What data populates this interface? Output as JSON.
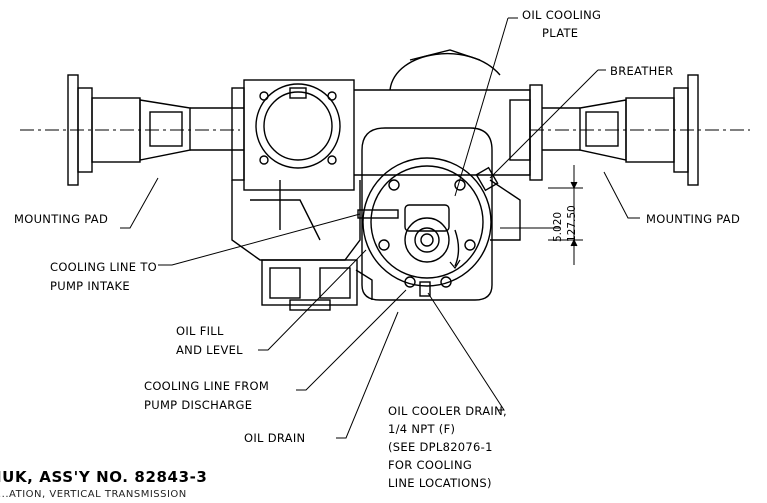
{
  "title": "IUK, ASS'Y NO. 82843-3",
  "subtitle": "...ATION, VERTICAL TRANSMISSION",
  "labels": {
    "oil_cooling_plate_1": "OIL COOLING",
    "oil_cooling_plate_2": "PLATE",
    "breather": "BREATHER",
    "mounting_pad_left": "MOUNTING PAD",
    "mounting_pad_right": "MOUNTING PAD",
    "cooling_line_intake_1": "COOLING LINE TO",
    "cooling_line_intake_2": "PUMP INTAKE",
    "oil_fill_1": "OIL FILL",
    "oil_fill_2": "AND LEVEL",
    "cooling_line_discharge_1": "COOLING LINE FROM",
    "cooling_line_discharge_2": "PUMP DISCHARGE",
    "oil_drain": "OIL DRAIN",
    "oil_cooler_drain_1": "OIL COOLER DRAIN,",
    "oil_cooler_drain_2": "1/4 NPT (F)",
    "oil_cooler_drain_3": "(SEE DPL82076-1",
    "oil_cooler_drain_4": "FOR COOLING",
    "oil_cooler_drain_5": "LINE LOCATIONS)"
  },
  "dimensions": {
    "inches": "5.020",
    "mm": "127.50"
  }
}
